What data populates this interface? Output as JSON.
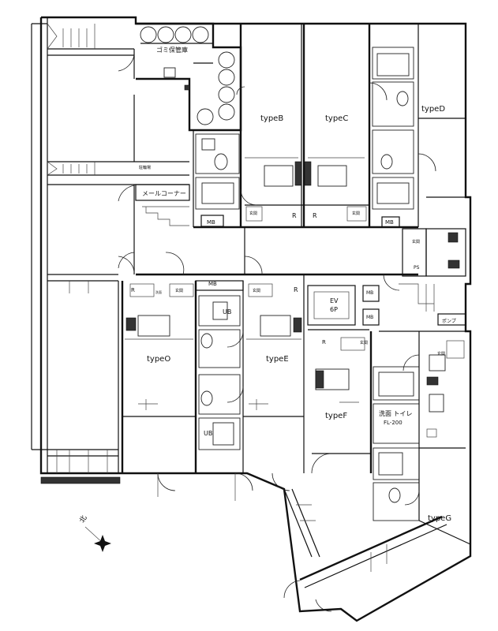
{
  "units": {
    "typeB": "typeB",
    "typeC": "typeC",
    "typeD": "typeD",
    "typeO": "typeO",
    "typeE": "typeE",
    "typeF": "typeF",
    "typeG": "typeG"
  },
  "common": {
    "garbage": "ゴミ保管庫",
    "mail": "メールコーナー",
    "ev": "EV",
    "ev_cap": "6P",
    "pump": "ポンプ",
    "bike": "駐輪場"
  },
  "marks": {
    "mb": "MB",
    "r": "R",
    "entrance": "玄関",
    "ub": "UB",
    "wash_label": "洗面 トイレ",
    "floor_level": "FL-200",
    "kitchen": "洗面",
    "ps": "PS"
  },
  "compass": {
    "north": "北"
  }
}
